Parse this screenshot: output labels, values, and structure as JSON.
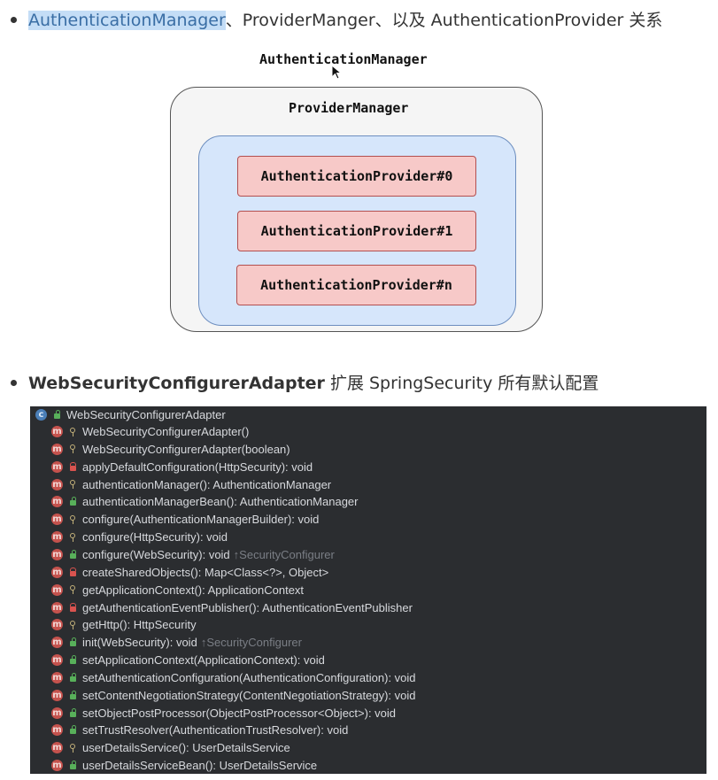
{
  "heading1": {
    "highlighted": "AuthenticationManager",
    "rest": "、ProviderManger、以及 AuthenticationProvider 关系"
  },
  "diagram": {
    "outer_label": "AuthenticationManager",
    "provider_manager_label": "ProviderManager",
    "providers": [
      "AuthenticationProvider#0",
      "AuthenticationProvider#1",
      "AuthenticationProvider#n"
    ]
  },
  "heading2": {
    "bold": "WebSecurityConfigurerAdapter",
    "rest": " 扩展 SpringSecurity 所有默认配置"
  },
  "structure": {
    "class_name": "WebSecurityConfigurerAdapter",
    "methods": [
      {
        "vis": "protected",
        "sig": "WebSecurityConfigurerAdapter()",
        "inherit": ""
      },
      {
        "vis": "protected",
        "sig": "WebSecurityConfigurerAdapter(boolean)",
        "inherit": ""
      },
      {
        "vis": "private",
        "sig": "applyDefaultConfiguration(HttpSecurity): void",
        "inherit": ""
      },
      {
        "vis": "protected",
        "sig": "authenticationManager(): AuthenticationManager",
        "inherit": ""
      },
      {
        "vis": "public",
        "sig": "authenticationManagerBean(): AuthenticationManager",
        "inherit": ""
      },
      {
        "vis": "protected",
        "sig": "configure(AuthenticationManagerBuilder): void",
        "inherit": ""
      },
      {
        "vis": "protected",
        "sig": "configure(HttpSecurity): void",
        "inherit": ""
      },
      {
        "vis": "public",
        "sig": "configure(WebSecurity): void",
        "inherit": "↑SecurityConfigurer"
      },
      {
        "vis": "private",
        "sig": "createSharedObjects(): Map<Class<?>, Object>",
        "inherit": ""
      },
      {
        "vis": "protected",
        "sig": "getApplicationContext(): ApplicationContext",
        "inherit": ""
      },
      {
        "vis": "private",
        "sig": "getAuthenticationEventPublisher(): AuthenticationEventPublisher",
        "inherit": ""
      },
      {
        "vis": "protected",
        "sig": "getHttp(): HttpSecurity",
        "inherit": ""
      },
      {
        "vis": "public",
        "sig": "init(WebSecurity): void",
        "inherit": "↑SecurityConfigurer"
      },
      {
        "vis": "public",
        "sig": "setApplicationContext(ApplicationContext): void",
        "inherit": ""
      },
      {
        "vis": "public",
        "sig": "setAuthenticationConfiguration(AuthenticationConfiguration): void",
        "inherit": ""
      },
      {
        "vis": "public",
        "sig": "setContentNegotiationStrategy(ContentNegotiationStrategy): void",
        "inherit": ""
      },
      {
        "vis": "public",
        "sig": "setObjectPostProcessor(ObjectPostProcessor<Object>): void",
        "inherit": ""
      },
      {
        "vis": "public",
        "sig": "setTrustResolver(AuthenticationTrustResolver): void",
        "inherit": ""
      },
      {
        "vis": "protected",
        "sig": "userDetailsService(): UserDetailsService",
        "inherit": ""
      },
      {
        "vis": "public",
        "sig": "userDetailsServiceBean(): UserDetailsService",
        "inherit": ""
      }
    ]
  }
}
